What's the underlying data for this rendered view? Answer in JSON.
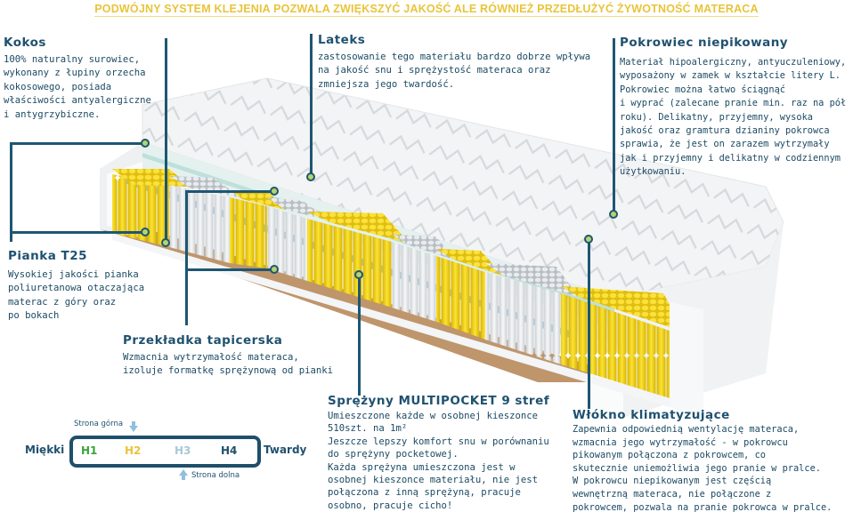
{
  "banner": {
    "text": "PODWÓJNY SYSTEM KLEJENIA POZWALA ZWIĘKSZYĆ JAKOŚĆ ALE RÓWNIEŻ PRZEDŁUŻYĆ ŻYWOTNOŚĆ MATERACA",
    "color": "#e8c43a"
  },
  "callouts": {
    "kokos": {
      "title": "Kokos",
      "text": "100% naturalny surowiec,\nwykonany z łupiny orzecha\nkokosowego, posiada\nwłaściwości antyalergiczne\ni antygrzybiczne."
    },
    "lateks": {
      "title": "Lateks",
      "text": "zastosowanie tego materiału bardzo dobrze wpływa\nna jakość snu i sprężystość materaca oraz\nzmniejsza jego twardość."
    },
    "pokrowiec": {
      "title": "Pokrowiec niepikowany",
      "text": "Materiał hipoalergiczny, antyuczuleniowy,\nwyposażony w zamek w kształcie litery L.\nPokrowiec można łatwo ściągnąć\ni wyprać (zalecane pranie min. raz na pół\nroku). Delikatny, przyjemny, wysoka\njakość oraz gramtura dzianiny pokrowca\nsprawia, że jest on zarazem wytrzymały\njak i przyjemny i delikatny w codziennym\nużytkowaniu."
    },
    "pianka": {
      "title": "Pianka T25",
      "text": "Wysokiej jakości pianka\npoliuretanowa otaczająca\nmaterac z góry oraz\npo bokach"
    },
    "przekladka": {
      "title": "Przekładka tapicerska",
      "text": "Wzmacnia wytrzymałość materaca,\nizoluje formatkę sprężynową od pianki"
    },
    "sprezyny": {
      "title": "Sprężyny MULTIPOCKET 9 stref",
      "text": "Umieszczone każde w osobnej kieszonce\n510szt. na 1m²\nJeszcze lepszy komfort snu w porównaniu\ndo sprężyny pocketowej.\nKażda sprężyna umieszczona jest w\nosobnej kieszonce materiału, nie jest\npołączona z inną sprężyną, pracuje\nosobno, pracuje cicho!"
    },
    "wlokno": {
      "title": "Włókno klimatyzujące",
      "text": "Zapewnia odpowiednią wentylację materaca,\nwzmacnia jego wytrzymałość - w pokrowcu\npikowanym połączona z pokrowcem, co\nskutecznie uniemożliwia jego pranie w pralce.\nW pokrowcu niepikowanym jest częścią\nwewnętrzną materaca, nie połączone z\npokrowcem, pozwala na pranie pokrowca w pralce."
    }
  },
  "hardness_scale": {
    "left_label": "Miękki",
    "right_label": "Twardy",
    "top_side_label": "Strona górna",
    "bottom_side_label": "Strona dolna",
    "levels": [
      {
        "label": "H1",
        "color": "#3aa33a"
      },
      {
        "label": "H2",
        "color": "#e8c43a"
      },
      {
        "label": "H3",
        "color": "#a9c9d8"
      },
      {
        "label": "H4",
        "color": "#1e4f6b"
      }
    ],
    "top_side_marker_at": "H2",
    "bottom_side_marker_at": "H3",
    "arrow_color": "#8fc0dc"
  },
  "colors": {
    "accent_line": "#1e5673",
    "dot_fill": "#b6d46a",
    "heading": "#1f5170",
    "spring_yellow": "#f2d21c",
    "spring_white": "#eceff1",
    "base_brown": "#b88a5c"
  }
}
